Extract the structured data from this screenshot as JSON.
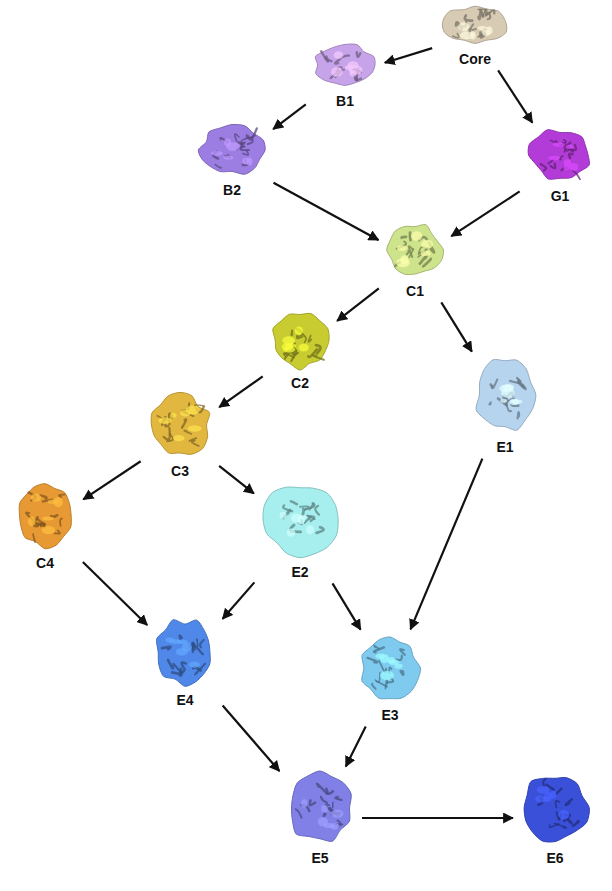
{
  "diagram": {
    "nodes": [
      {
        "text": [
          "Core"
        ]
      },
      {
        "text": [
          "B1"
        ]
      },
      {
        "text": [
          "B2"
        ]
      },
      {
        "text": [
          "G1"
        ]
      },
      {
        "text": [
          "C1"
        ]
      },
      {
        "text": [
          "C2"
        ]
      },
      {
        "text": [
          "E1"
        ]
      },
      {
        "text": [
          "C3"
        ]
      },
      {
        "text": [
          "C4"
        ]
      },
      {
        "text": [
          "E2"
        ]
      },
      {
        "text": [
          "E3"
        ]
      },
      {
        "text": [
          "E4"
        ]
      },
      {
        "text": [
          "E5"
        ]
      },
      {
        "text": [
          "E6"
        ]
      }
    ],
    "edges": [
      {
        "from": 0,
        "to": 1,
        "arrow": "to"
      },
      {
        "from": 1,
        "to": 2,
        "arrow": "to"
      },
      {
        "from": 0,
        "to": 3,
        "arrow": "to"
      },
      {
        "from": 2,
        "to": 4,
        "arrow": "to"
      },
      {
        "from": 3,
        "to": 4,
        "arrow": "to"
      },
      {
        "from": 4,
        "to": 5,
        "arrow": "to"
      },
      {
        "from": 4,
        "to": 6,
        "arrow": "to"
      },
      {
        "from": 5,
        "to": 7,
        "arrow": "to"
      },
      {
        "from": 7,
        "to": 8,
        "arrow": "to"
      },
      {
        "from": 7,
        "to": 9,
        "arrow": "to"
      },
      {
        "from": 8,
        "to": 11,
        "arrow": "to"
      },
      {
        "from": 9,
        "to": 11,
        "arrow": "to"
      },
      {
        "from": 9,
        "to": 10,
        "arrow": "to"
      },
      {
        "from": 6,
        "to": 10,
        "arrow": "to"
      },
      {
        "from": 11,
        "to": 12,
        "arrow": "to"
      },
      {
        "from": 10,
        "to": 12,
        "arrow": "to"
      },
      {
        "from": 12,
        "to": 13,
        "arrow": "to"
      }
    ]
  }
}
